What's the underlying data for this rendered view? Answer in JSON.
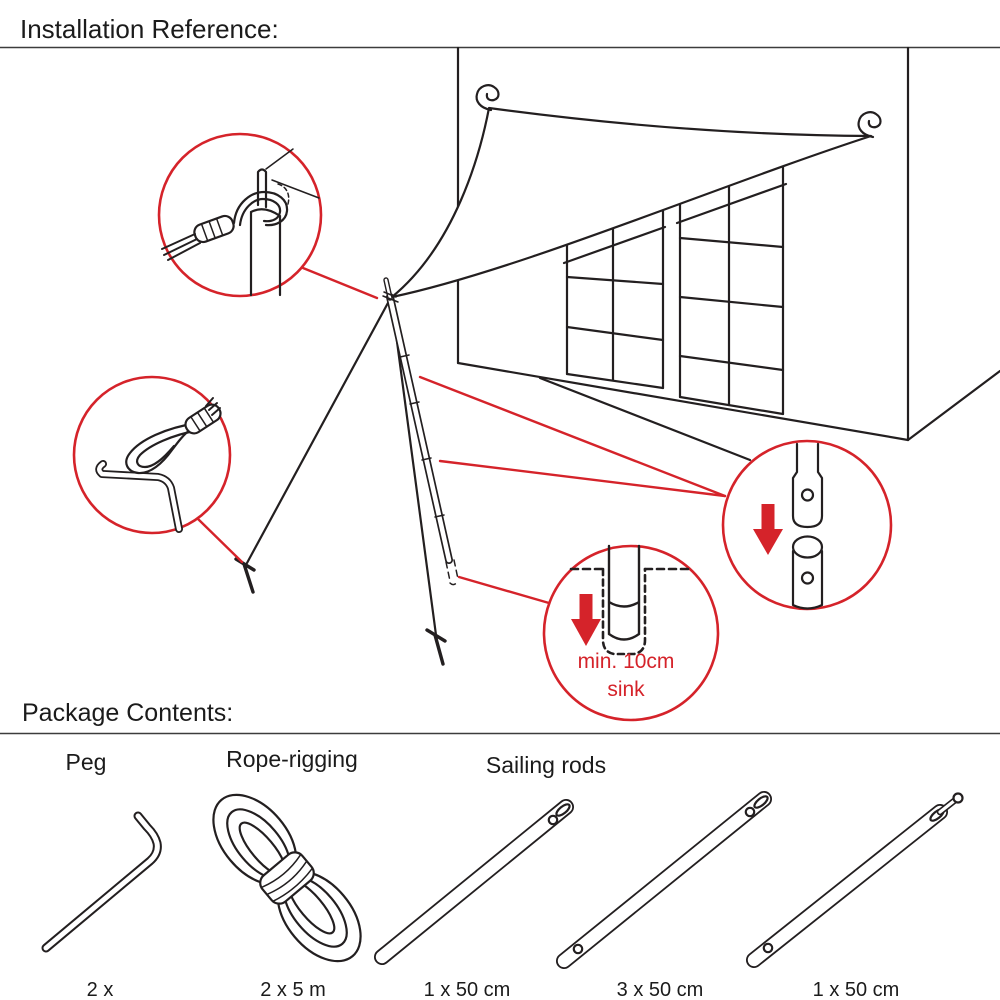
{
  "titles": {
    "installation": "Installation Reference:",
    "package": "Package Contents:"
  },
  "sink_callout": {
    "line1": "min. 10cm",
    "line2": "sink"
  },
  "package": {
    "items": [
      {
        "label": "Peg",
        "quantity": "2 x",
        "icon": "bent-peg-icon"
      },
      {
        "label": "Rope-rigging",
        "quantity": "2 x 5 m",
        "icon": "rope-coil-icon"
      },
      {
        "label": "Sailing rods",
        "quantity": "1 x 50 cm",
        "icon": "rod-one-hole-icon"
      },
      {
        "label": "",
        "quantity": "3 x 50 cm",
        "icon": "rod-two-hole-icon"
      },
      {
        "label": "",
        "quantity": "1 x 50 cm",
        "icon": "rod-tip-pin-icon"
      }
    ]
  },
  "diagram_notes": {
    "detail_circles": [
      "pole-top-knot",
      "peg-knot",
      "rod-joint-insert",
      "pole-sink-depth"
    ]
  },
  "colors": {
    "line": "#231f20",
    "accent_red": "#d5232a",
    "separator": "#3c3c3c",
    "background": "#ffffff"
  }
}
